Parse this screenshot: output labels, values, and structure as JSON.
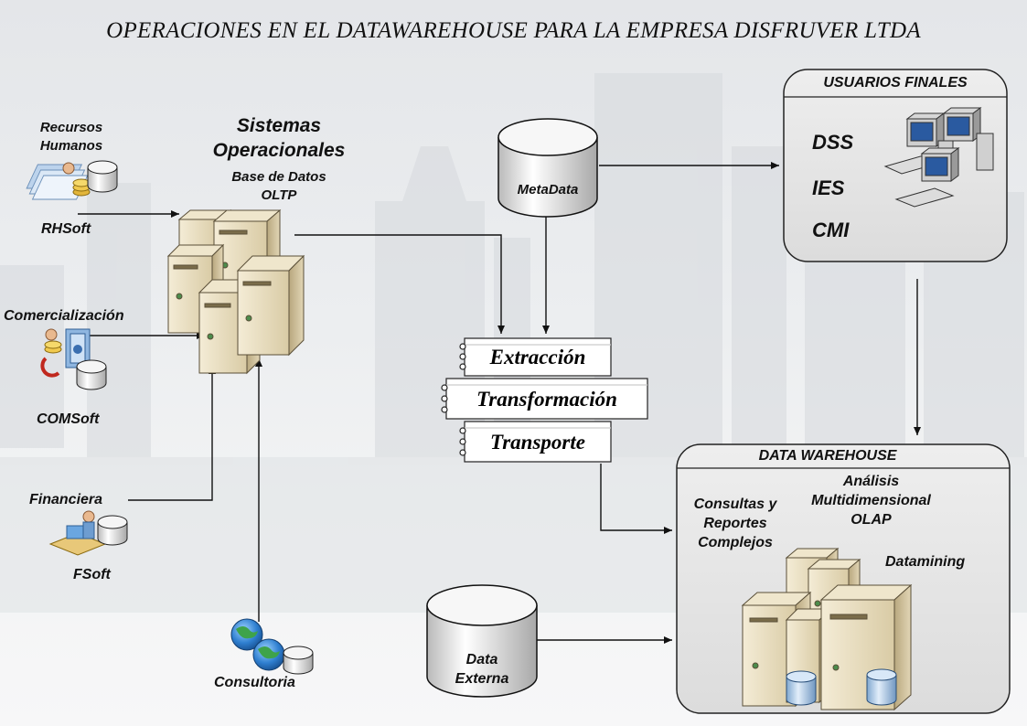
{
  "title": "OPERACIONES EN EL DATAWAREHOUSE PARA LA EMPRESA DISFRUVER LTDA",
  "sources": {
    "rh_label": [
      "Recursos",
      "Humanos"
    ],
    "rh_soft": "RHSoft",
    "com_label": "Comercialización",
    "com_soft": "COMSoft",
    "fin_label": "Financiera",
    "fin_soft": "FSoft",
    "consultoria": "Consultoria"
  },
  "sistemas": {
    "title": [
      "Sistemas",
      "Operacionales"
    ],
    "subtitle": [
      "Base de Datos",
      "OLTP"
    ]
  },
  "metadata": "MetaData",
  "etl": [
    "Extracción",
    "Transformación",
    "Transporte"
  ],
  "usuarios": {
    "title": "USUARIOS FINALES",
    "items": [
      "DSS",
      "IES",
      "CMI"
    ]
  },
  "dw": {
    "title": "DATA WAREHOUSE",
    "consultas": [
      "Consultas y",
      "Reportes",
      "Complejos"
    ],
    "analisis": [
      "Análisis",
      "Multidimensional",
      "OLAP"
    ],
    "datamining": "Datamining"
  },
  "data_externa": [
    "Data",
    "Externa"
  ]
}
